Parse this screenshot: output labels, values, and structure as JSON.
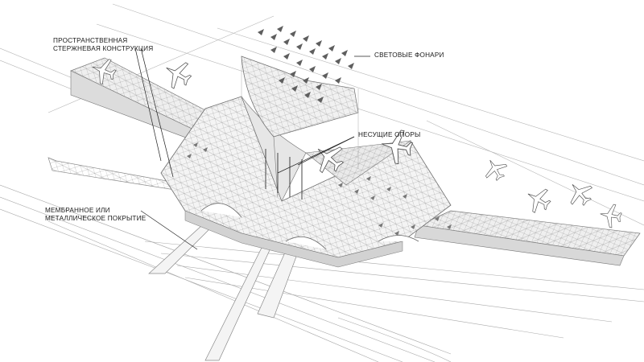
{
  "labels": {
    "space_frame": {
      "line1": "Пространственная",
      "line2": "стержневая конструкция"
    },
    "skylights": "Световые фонари",
    "columns": "Несущие опоры",
    "membrane": {
      "line1": "Мембранное или",
      "line2": "металлическое покрытие"
    }
  },
  "colors": {
    "background": "#ffffff",
    "line": "#7a7a7a",
    "roof_fill": "#f2f2f2",
    "shadow": "#cfcfcf",
    "skylight": "#6e6e6e",
    "label_text": "#1a1a1a"
  },
  "icons": {
    "aircraft": "airplane-icon",
    "skylight": "triangle-icon"
  }
}
